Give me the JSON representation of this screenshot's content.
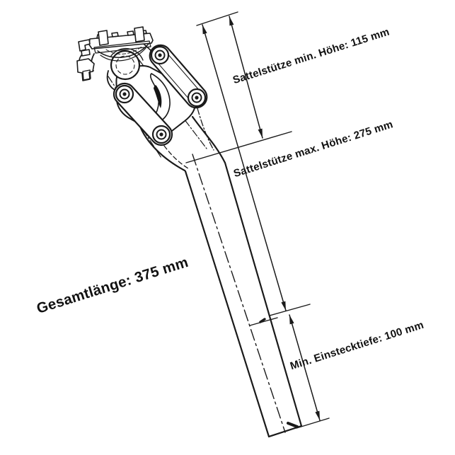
{
  "drawing": {
    "background_color": "#ffffff",
    "line_color": "#1a1a1a"
  },
  "dimensions": {
    "min_height": {
      "label": "Sattelstütze min. Höhe: 115 mm",
      "value_mm": 115
    },
    "max_height": {
      "label": "Sattelstütze max. Höhe: 275 mm",
      "value_mm": 275
    },
    "total_length": {
      "label": "Gesamtlänge: 375 mm",
      "value_mm": 375
    },
    "min_insertion": {
      "label": "Min. Einstecktiefe: 100 mm",
      "value_mm": 100
    }
  }
}
